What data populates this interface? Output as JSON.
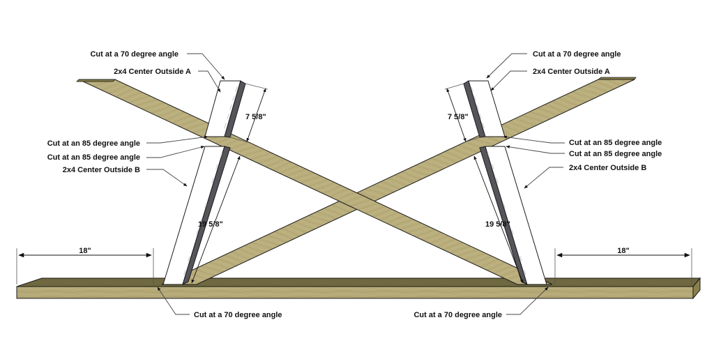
{
  "labels": {
    "left_top_angle": "Cut at a 70 degree angle",
    "left_center_a": "2x4 Center Outside A",
    "left_85_upper": "Cut at an 85 degree angle",
    "left_85_lower": "Cut at an 85 degree angle",
    "left_center_b": "2x4 Center Outside B",
    "left_bottom_angle": "Cut at a 70 degree angle",
    "right_top_angle": "Cut at a 70 degree angle",
    "right_center_a": "2x4 Center Outside A",
    "right_85_upper": "Cut at an 85 degree angle",
    "right_85_lower": "Cut at an 85 degree angle",
    "right_center_b": "2x4 Center Outside B",
    "right_bottom_angle": "Cut at a 70 degree angle"
  },
  "dimensions": {
    "left_short": "7 5/8\"",
    "left_long": "19 5/8\"",
    "left_offset": "18\"",
    "right_short": "7 5/8\"",
    "right_long": "19 5/8\"",
    "right_offset": "18\""
  },
  "colors": {
    "wood_face": "#b4a977",
    "wood_face_light": "#c2b887",
    "wood_edge": "#857a48",
    "wood_dark": "#6f6840",
    "white_board": "#ffffff",
    "grey_board": "#55555a",
    "outline": "#1a1a1a"
  }
}
